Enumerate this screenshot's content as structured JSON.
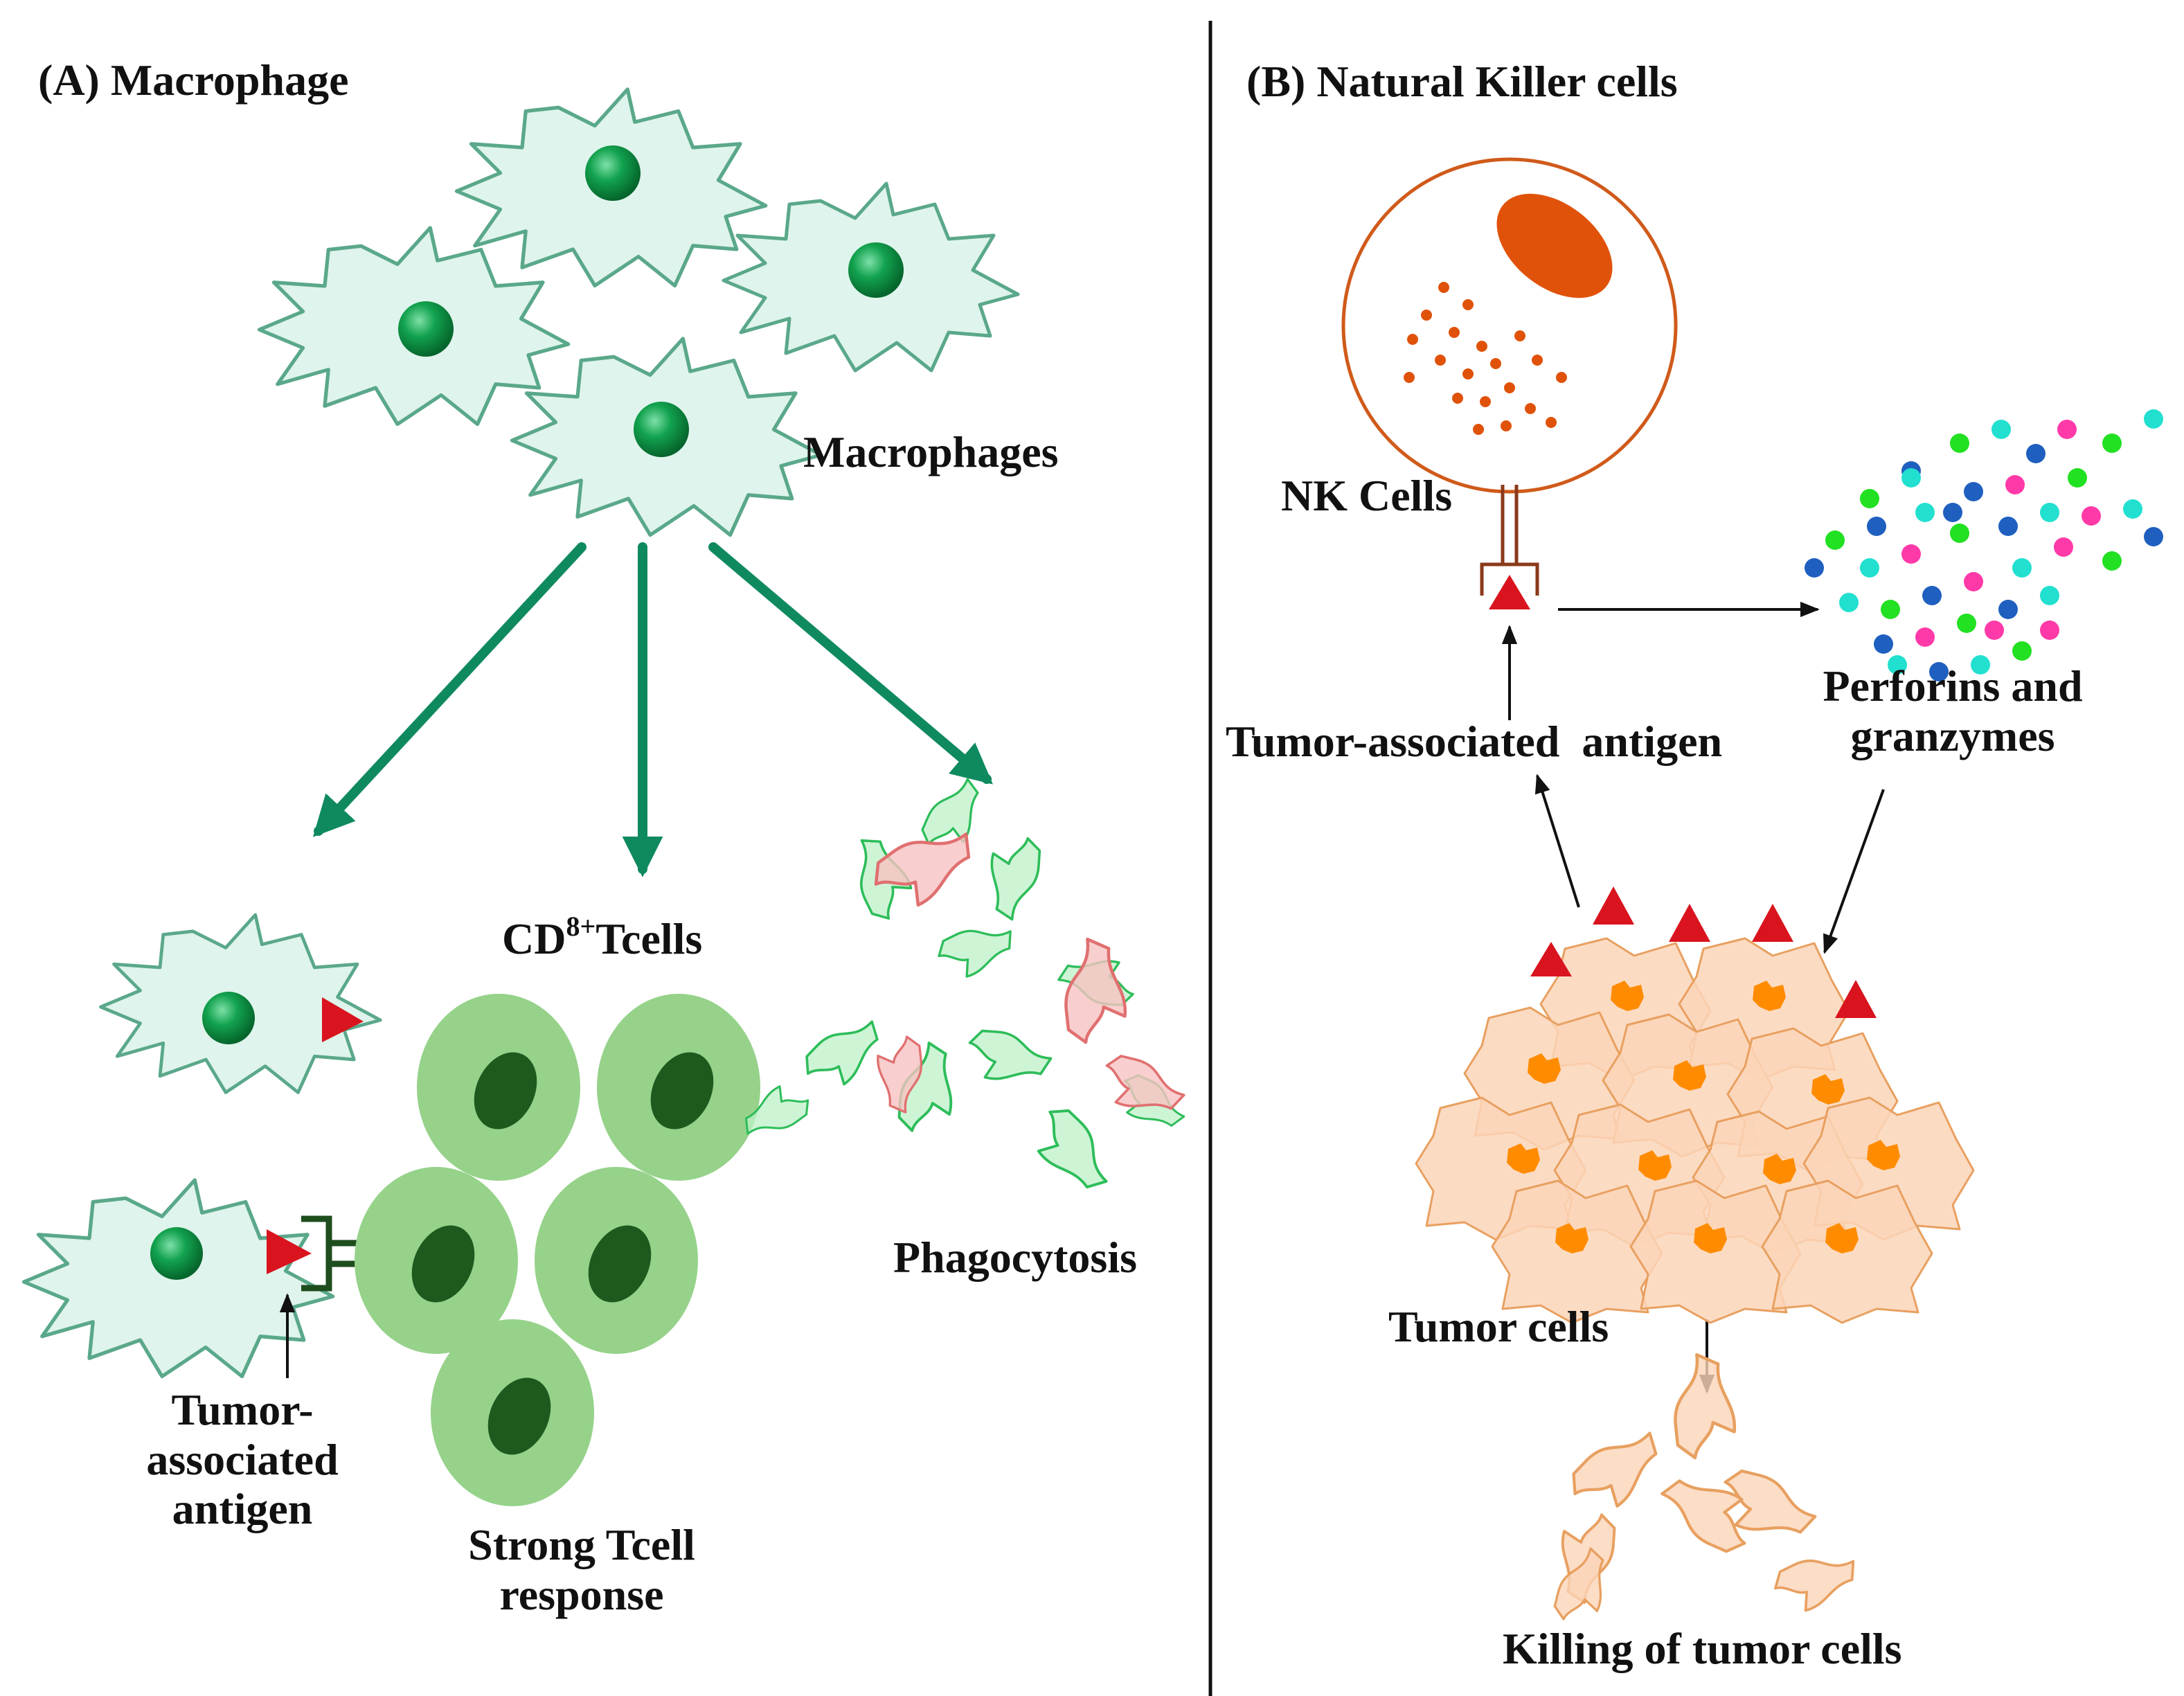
{
  "panel_a": {
    "title": "(A) Macrophage",
    "macrophages_label": "Macrophages",
    "cd8_label_prefix": "CD",
    "cd8_label_sup": "8+",
    "cd8_label_suffix": "Tcells",
    "tumor_antigen_line1": "Tumor-",
    "tumor_antigen_line2": "associated",
    "tumor_antigen_line3": "antigen",
    "tcell_response_line1": "Strong Tcell",
    "tcell_response_line2": "response",
    "phagocytosis_label": "Phagocytosis"
  },
  "panel_b": {
    "title": "(B) Natural Killer cells",
    "nk_label": "NK Cells",
    "tumor_antigen_label": "Tumor-associated  antigen",
    "perforins_line1": "Perforins and",
    "perforins_line2": "granzymes",
    "tumor_cells_label": "Tumor cells",
    "killing_label": "Killing of tumor cells"
  },
  "colors": {
    "macrophage_fill": "#dff4ec",
    "macrophage_stroke": "#5aa88a",
    "nucleus_green": "#12a24e",
    "arrow_green": "#0f8a5f",
    "tcell_outer": "#96d28a",
    "tcell_inner": "#1e5a1e",
    "antigen_red": "#d9141e",
    "nk_orange": "#e0520a",
    "tumor_fill": "#fbd5b8",
    "tumor_nucleus": "#ff8c00",
    "granule_blue": "#1f5fbf",
    "granule_green": "#22e022",
    "granule_cyan": "#22e0d0",
    "granule_pink": "#ff3aa8"
  }
}
